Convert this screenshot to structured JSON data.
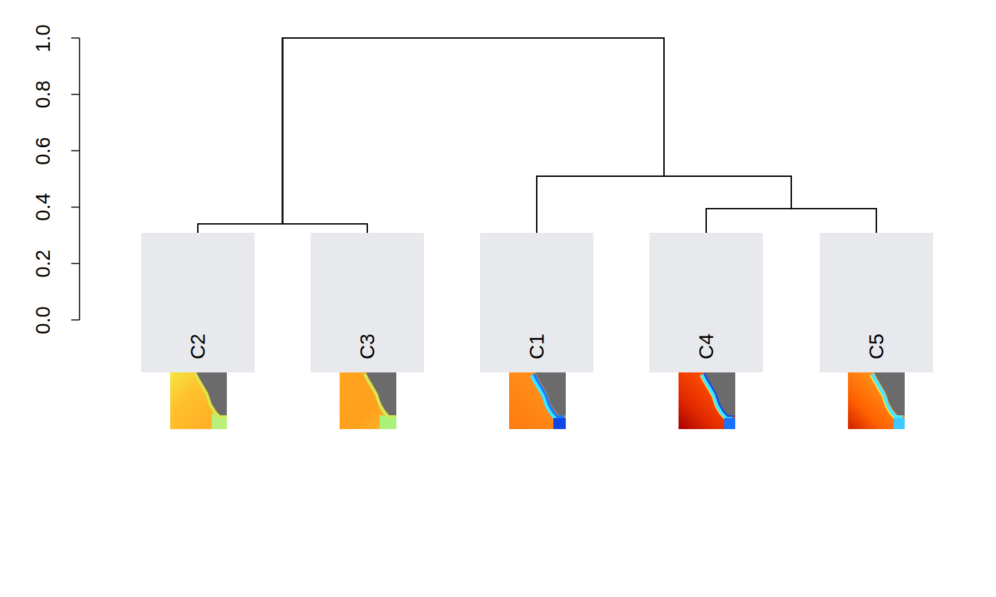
{
  "diagram": {
    "nodes": [
      {
        "text": [
          "C2"
        ]
      },
      {
        "text": [
          "C3"
        ]
      },
      {
        "text": [
          "C1"
        ]
      },
      {
        "text": [
          "C4"
        ]
      },
      {
        "text": [
          "C5"
        ]
      }
    ],
    "edges": [
      {
        "from": 0,
        "to": 1,
        "arrow": "none"
      },
      {
        "from": 3,
        "to": 4,
        "arrow": "none"
      },
      {
        "from": 2,
        "to": 3,
        "arrow": "none"
      },
      {
        "from": 2,
        "to": 4,
        "arrow": "none"
      },
      {
        "from": 0,
        "to": 2,
        "arrow": "none"
      },
      {
        "from": 0,
        "to": 3,
        "arrow": "none"
      },
      {
        "from": 0,
        "to": 4,
        "arrow": "none"
      },
      {
        "from": 1,
        "to": 2,
        "arrow": "none"
      },
      {
        "from": 1,
        "to": 3,
        "arrow": "none"
      },
      {
        "from": 1,
        "to": 4,
        "arrow": "none"
      }
    ],
    "labels": [
      "1.0",
      "0.8",
      "0.6",
      "0.4",
      "0.2",
      "0.0"
    ]
  }
}
